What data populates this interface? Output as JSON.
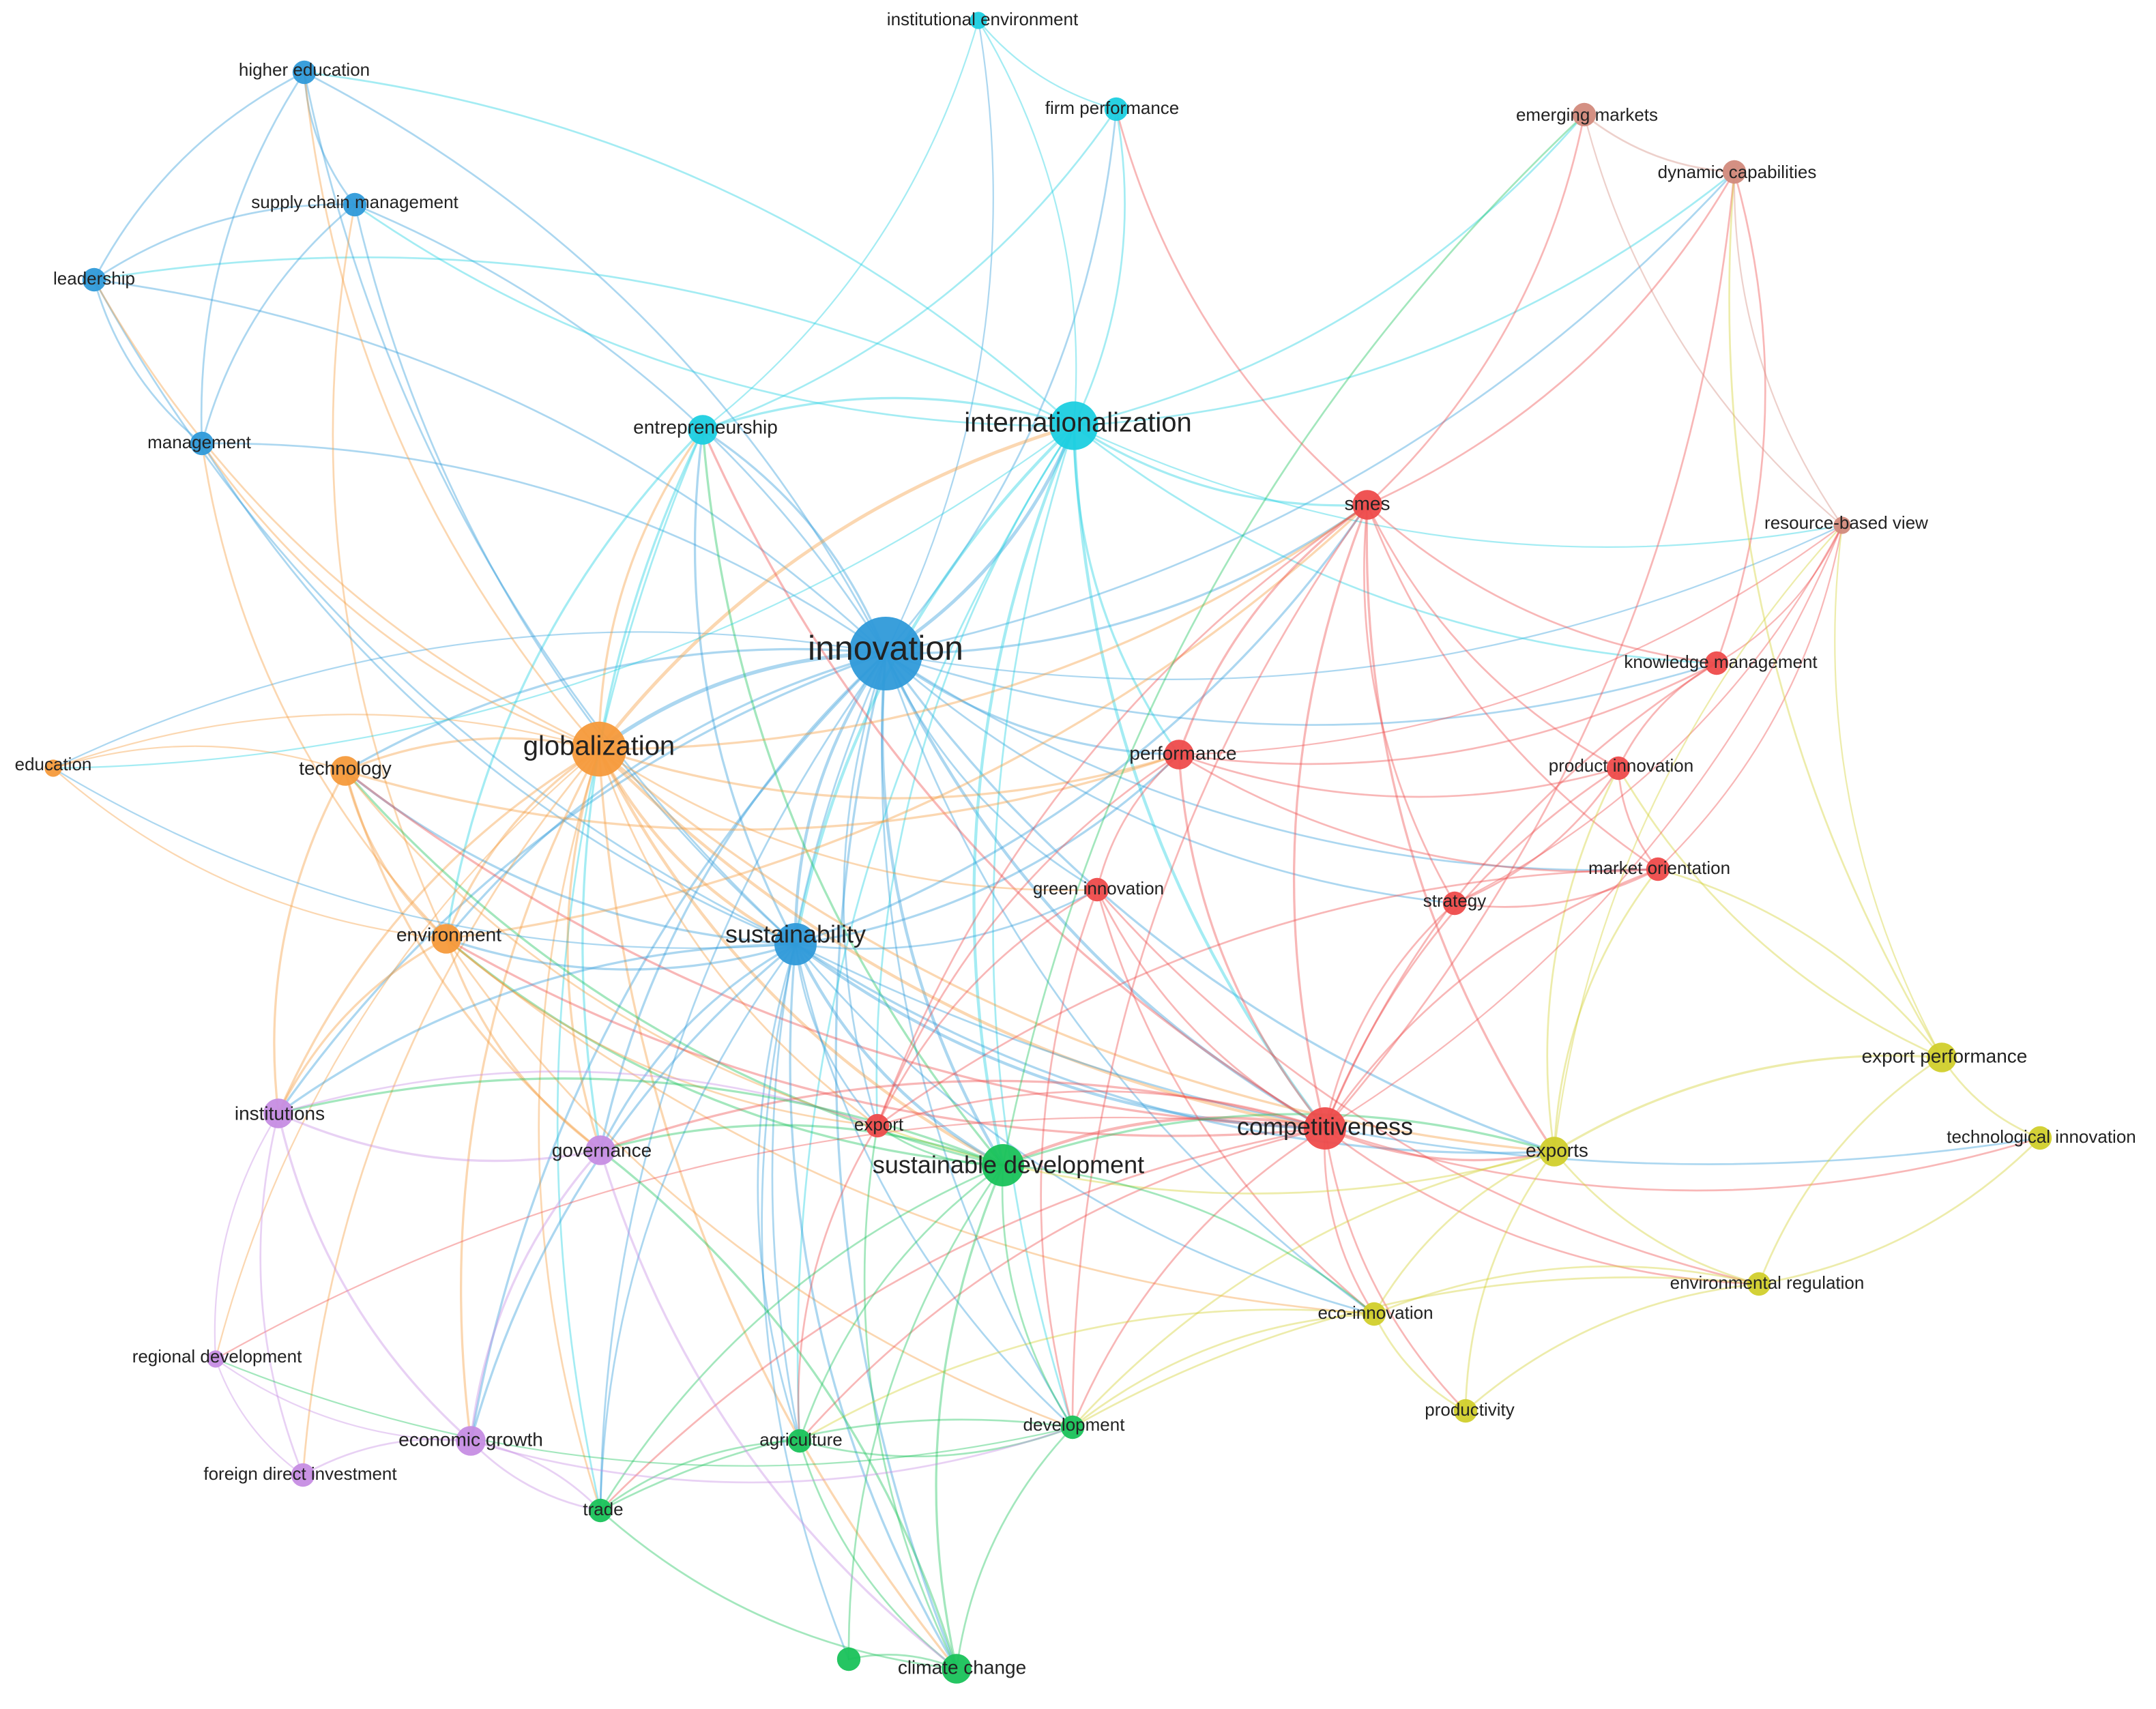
{
  "clusters": {
    "blue": "#2f9ad9",
    "cyan": "#1ccfe0",
    "orange": "#f59a3b",
    "red": "#ee4b4b",
    "brown": "#d28a7c",
    "yellow": "#d1cf2c",
    "green": "#19c25a",
    "purple": "#c68de3"
  },
  "nodes": [
    {
      "id": "innovation",
      "label": "innovation",
      "cluster": "blue",
      "weight": 10
    },
    {
      "id": "sustainability",
      "label": "sustainability",
      "cluster": "blue",
      "weight": 5
    },
    {
      "id": "higher education",
      "label": "higher education",
      "cluster": "blue",
      "weight": 2
    },
    {
      "id": "supply chain management",
      "label": "supply chain management",
      "cluster": "blue",
      "weight": 2
    },
    {
      "id": "leadership",
      "label": "leadership",
      "cluster": "blue",
      "weight": 2
    },
    {
      "id": "management",
      "label": "management",
      "cluster": "blue",
      "weight": 2
    },
    {
      "id": "internationalization",
      "label": "internationalization",
      "cluster": "cyan",
      "weight": 6
    },
    {
      "id": "entrepreneurship",
      "label": "entrepreneurship",
      "cluster": "cyan",
      "weight": 3
    },
    {
      "id": "institutional environment",
      "label": "institutional environment",
      "cluster": "cyan",
      "weight": 1
    },
    {
      "id": "firm performance",
      "label": "firm performance",
      "cluster": "cyan",
      "weight": 2
    },
    {
      "id": "globalization",
      "label": "globalization",
      "cluster": "orange",
      "weight": 7
    },
    {
      "id": "technology",
      "label": "technology",
      "cluster": "orange",
      "weight": 3
    },
    {
      "id": "education",
      "label": "education",
      "cluster": "orange",
      "weight": 1
    },
    {
      "id": "environment",
      "label": "environment",
      "cluster": "orange",
      "weight": 3
    },
    {
      "id": "smes",
      "label": "smes",
      "cluster": "red",
      "weight": 3
    },
    {
      "id": "performance",
      "label": "performance",
      "cluster": "red",
      "weight": 3
    },
    {
      "id": "green innovation",
      "label": "green innovation",
      "cluster": "red",
      "weight": 2
    },
    {
      "id": "strategy",
      "label": "strategy",
      "cluster": "red",
      "weight": 2
    },
    {
      "id": "knowledge management",
      "label": "knowledge management",
      "cluster": "red",
      "weight": 2
    },
    {
      "id": "product innovation",
      "label": "product innovation",
      "cluster": "red",
      "weight": 2
    },
    {
      "id": "market orientation",
      "label": "market orientation",
      "cluster": "red",
      "weight": 2
    },
    {
      "id": "competitiveness",
      "label": "competitiveness",
      "cluster": "red",
      "weight": 5
    },
    {
      "id": "export",
      "label": "export",
      "cluster": "red",
      "weight": 2
    },
    {
      "id": "emerging markets",
      "label": "emerging markets",
      "cluster": "brown",
      "weight": 2
    },
    {
      "id": "dynamic capabilities",
      "label": "dynamic capabilities",
      "cluster": "brown",
      "weight": 2
    },
    {
      "id": "resource-based view",
      "label": "resource-based view",
      "cluster": "brown",
      "weight": 1
    },
    {
      "id": "export performance",
      "label": "export performance",
      "cluster": "yellow",
      "weight": 3
    },
    {
      "id": "technological innovation",
      "label": "technological innovation",
      "cluster": "yellow",
      "weight": 2
    },
    {
      "id": "exports",
      "label": "exports",
      "cluster": "yellow",
      "weight": 3
    },
    {
      "id": "environmental regulation",
      "label": "environmental regulation",
      "cluster": "yellow",
      "weight": 2
    },
    {
      "id": "eco-innovation",
      "label": "eco-innovation",
      "cluster": "yellow",
      "weight": 2
    },
    {
      "id": "productivity",
      "label": "productivity",
      "cluster": "yellow",
      "weight": 2
    },
    {
      "id": "sustainable development",
      "label": "sustainable development",
      "cluster": "green",
      "weight": 5
    },
    {
      "id": "agriculture",
      "label": "agriculture",
      "cluster": "green",
      "weight": 2
    },
    {
      "id": "development",
      "label": "development",
      "cluster": "green",
      "weight": 2
    },
    {
      "id": "trade",
      "label": "trade",
      "cluster": "green",
      "weight": 2
    },
    {
      "id": "climate change",
      "label": "climate change",
      "cluster": "green",
      "weight": 3
    },
    {
      "id": "unlabeled-green",
      "label": "",
      "cluster": "green",
      "weight": 2
    },
    {
      "id": "institutions",
      "label": "institutions",
      "cluster": "purple",
      "weight": 3
    },
    {
      "id": "governance",
      "label": "governance",
      "cluster": "purple",
      "weight": 3
    },
    {
      "id": "regional development",
      "label": "regional development",
      "cluster": "purple",
      "weight": 1
    },
    {
      "id": "economic growth",
      "label": "economic growth",
      "cluster": "purple",
      "weight": 3
    },
    {
      "id": "foreign direct investment",
      "label": "foreign direct investment",
      "cluster": "purple",
      "weight": 2
    }
  ],
  "edges": [
    [
      "innovation",
      "sustainability"
    ],
    [
      "innovation",
      "internationalization"
    ],
    [
      "innovation",
      "globalization"
    ],
    [
      "innovation",
      "entrepreneurship"
    ],
    [
      "innovation",
      "leadership"
    ],
    [
      "innovation",
      "management"
    ],
    [
      "innovation",
      "supply chain management"
    ],
    [
      "innovation",
      "higher education"
    ],
    [
      "innovation",
      "competitiveness"
    ],
    [
      "innovation",
      "performance"
    ],
    [
      "innovation",
      "smes"
    ],
    [
      "innovation",
      "sustainable development"
    ],
    [
      "innovation",
      "export"
    ],
    [
      "innovation",
      "governance"
    ],
    [
      "innovation",
      "technology"
    ],
    [
      "innovation",
      "environment"
    ],
    [
      "innovation",
      "climate change"
    ],
    [
      "innovation",
      "agriculture"
    ],
    [
      "innovation",
      "development"
    ],
    [
      "innovation",
      "exports"
    ],
    [
      "innovation",
      "knowledge management"
    ],
    [
      "innovation",
      "firm performance"
    ],
    [
      "innovation",
      "institutional environment"
    ],
    [
      "innovation",
      "resource-based view"
    ],
    [
      "innovation",
      "green innovation"
    ],
    [
      "innovation",
      "institutions"
    ],
    [
      "innovation",
      "economic growth"
    ],
    [
      "innovation",
      "strategy"
    ],
    [
      "innovation",
      "market orientation"
    ],
    [
      "innovation",
      "trade"
    ],
    [
      "innovation",
      "eco-innovation"
    ],
    [
      "innovation",
      "education"
    ],
    [
      "innovation",
      "dynamic capabilities"
    ],
    [
      "internationalization",
      "entrepreneurship"
    ],
    [
      "internationalization",
      "firm performance"
    ],
    [
      "internationalization",
      "institutional environment"
    ],
    [
      "internationalization",
      "smes"
    ],
    [
      "internationalization",
      "higher education"
    ],
    [
      "internationalization",
      "leadership"
    ],
    [
      "internationalization",
      "dynamic capabilities"
    ],
    [
      "internationalization",
      "resource-based view"
    ],
    [
      "internationalization",
      "sustainability"
    ],
    [
      "internationalization",
      "globalization"
    ],
    [
      "internationalization",
      "performance"
    ],
    [
      "internationalization",
      "export"
    ],
    [
      "internationalization",
      "sustainable development"
    ],
    [
      "internationalization",
      "competitiveness"
    ],
    [
      "internationalization",
      "emerging markets"
    ],
    [
      "internationalization",
      "knowledge management"
    ],
    [
      "internationalization",
      "agriculture"
    ],
    [
      "internationalization",
      "development"
    ],
    [
      "entrepreneurship",
      "sustainability"
    ],
    [
      "entrepreneurship",
      "globalization"
    ],
    [
      "entrepreneurship",
      "institutional environment"
    ],
    [
      "entrepreneurship",
      "governance"
    ],
    [
      "entrepreneurship",
      "environment"
    ],
    [
      "entrepreneurship",
      "competitiveness"
    ],
    [
      "entrepreneurship",
      "sustainable development"
    ],
    [
      "entrepreneurship",
      "trade"
    ],
    [
      "entrepreneurship",
      "firm performance"
    ],
    [
      "higher education",
      "supply chain management"
    ],
    [
      "higher education",
      "leadership"
    ],
    [
      "higher education",
      "management"
    ],
    [
      "higher education",
      "sustainability"
    ],
    [
      "higher education",
      "globalization"
    ],
    [
      "supply chain management",
      "leadership"
    ],
    [
      "supply chain management",
      "sustainability"
    ],
    [
      "supply chain management",
      "management"
    ],
    [
      "supply chain management",
      "internationalization"
    ],
    [
      "supply chain management",
      "environment"
    ],
    [
      "leadership",
      "management"
    ],
    [
      "leadership",
      "sustainability"
    ],
    [
      "leadership",
      "globalization"
    ],
    [
      "management",
      "sustainability"
    ],
    [
      "management",
      "globalization"
    ],
    [
      "management",
      "environment"
    ],
    [
      "globalization",
      "technology"
    ],
    [
      "globalization",
      "education"
    ],
    [
      "globalization",
      "environment"
    ],
    [
      "globalization",
      "sustainability"
    ],
    [
      "globalization",
      "competitiveness"
    ],
    [
      "globalization",
      "governance"
    ],
    [
      "globalization",
      "institutions"
    ],
    [
      "globalization",
      "economic growth"
    ],
    [
      "globalization",
      "trade"
    ],
    [
      "globalization",
      "sustainable development"
    ],
    [
      "globalization",
      "performance"
    ],
    [
      "globalization",
      "exports"
    ],
    [
      "globalization",
      "climate change"
    ],
    [
      "globalization",
      "foreign direct investment"
    ],
    [
      "globalization",
      "smes"
    ],
    [
      "globalization",
      "regional development"
    ],
    [
      "globalization",
      "export"
    ],
    [
      "globalization",
      "green innovation"
    ],
    [
      "technology",
      "education"
    ],
    [
      "technology",
      "environment"
    ],
    [
      "technology",
      "sustainability"
    ],
    [
      "technology",
      "competitiveness"
    ],
    [
      "technology",
      "governance"
    ],
    [
      "technology",
      "institutions"
    ],
    [
      "technology",
      "sustainable development"
    ],
    [
      "technology",
      "performance"
    ],
    [
      "technology",
      "export"
    ],
    [
      "education",
      "environment"
    ],
    [
      "education",
      "sustainability"
    ],
    [
      "education",
      "internationalization"
    ],
    [
      "environment",
      "sustainability"
    ],
    [
      "environment",
      "competitiveness"
    ],
    [
      "environment",
      "governance"
    ],
    [
      "environment",
      "institutions"
    ],
    [
      "environment",
      "sustainable development"
    ],
    [
      "environment",
      "export"
    ],
    [
      "environment",
      "eco-innovation"
    ],
    [
      "environment",
      "development"
    ],
    [
      "environment",
      "smes"
    ],
    [
      "sustainability",
      "sustainable development"
    ],
    [
      "sustainability",
      "climate change"
    ],
    [
      "sustainability",
      "agriculture"
    ],
    [
      "sustainability",
      "development"
    ],
    [
      "sustainability",
      "governance"
    ],
    [
      "sustainability",
      "competitiveness"
    ],
    [
      "sustainability",
      "export"
    ],
    [
      "sustainability",
      "trade"
    ],
    [
      "sustainability",
      "green innovation"
    ],
    [
      "sustainability",
      "performance"
    ],
    [
      "sustainability",
      "institutions"
    ],
    [
      "sustainability",
      "economic growth"
    ],
    [
      "sustainability",
      "unlabeled-green"
    ],
    [
      "sustainability",
      "technological innovation"
    ],
    [
      "sustainability",
      "eco-innovation"
    ],
    [
      "sustainability",
      "exports"
    ],
    [
      "sustainability",
      "smes"
    ],
    [
      "smes",
      "performance"
    ],
    [
      "smes",
      "competitiveness"
    ],
    [
      "smes",
      "strategy"
    ],
    [
      "smes",
      "knowledge management"
    ],
    [
      "smes",
      "export"
    ],
    [
      "smes",
      "emerging markets"
    ],
    [
      "smes",
      "dynamic capabilities"
    ],
    [
      "smes",
      "market orientation"
    ],
    [
      "smes",
      "product innovation"
    ],
    [
      "smes",
      "exports"
    ],
    [
      "smes",
      "development"
    ],
    [
      "performance",
      "competitiveness"
    ],
    [
      "performance",
      "green innovation"
    ],
    [
      "performance",
      "knowledge management"
    ],
    [
      "performance",
      "product innovation"
    ],
    [
      "performance",
      "export"
    ],
    [
      "performance",
      "resource-based view"
    ],
    [
      "performance",
      "market orientation"
    ],
    [
      "green innovation",
      "competitiveness"
    ],
    [
      "green innovation",
      "export"
    ],
    [
      "green innovation",
      "eco-innovation"
    ],
    [
      "green innovation",
      "environmental regulation"
    ],
    [
      "green innovation",
      "development"
    ],
    [
      "strategy",
      "competitiveness"
    ],
    [
      "strategy",
      "market orientation"
    ],
    [
      "strategy",
      "product innovation"
    ],
    [
      "strategy",
      "resource-based view"
    ],
    [
      "knowledge management",
      "competitiveness"
    ],
    [
      "knowledge management",
      "resource-based view"
    ],
    [
      "knowledge management",
      "product innovation"
    ],
    [
      "knowledge management",
      "dynamic capabilities"
    ],
    [
      "product innovation",
      "market orientation"
    ],
    [
      "product innovation",
      "export performance"
    ],
    [
      "product innovation",
      "exports"
    ],
    [
      "product innovation",
      "competitiveness"
    ],
    [
      "market orientation",
      "competitiveness"
    ],
    [
      "market orientation",
      "exports"
    ],
    [
      "market orientation",
      "resource-based view"
    ],
    [
      "market orientation",
      "export"
    ],
    [
      "competitiveness",
      "export"
    ],
    [
      "competitiveness",
      "exports"
    ],
    [
      "competitiveness",
      "sustainable development"
    ],
    [
      "competitiveness",
      "eco-innovation"
    ],
    [
      "competitiveness",
      "productivity"
    ],
    [
      "competitiveness",
      "environmental regulation"
    ],
    [
      "competitiveness",
      "development"
    ],
    [
      "competitiveness",
      "agriculture"
    ],
    [
      "competitiveness",
      "trade"
    ],
    [
      "competitiveness",
      "governance"
    ],
    [
      "competitiveness",
      "regional development"
    ],
    [
      "competitiveness",
      "technological innovation"
    ],
    [
      "competitiveness",
      "resource-based view"
    ],
    [
      "competitiveness",
      "dynamic capabilities"
    ],
    [
      "export",
      "exports"
    ],
    [
      "export",
      "sustainable development"
    ],
    [
      "export",
      "institutions"
    ],
    [
      "export",
      "climate change"
    ],
    [
      "export",
      "agriculture"
    ],
    [
      "emerging markets",
      "dynamic capabilities"
    ],
    [
      "emerging markets",
      "resource-based view"
    ],
    [
      "emerging markets",
      "sustainable development"
    ],
    [
      "dynamic capabilities",
      "resource-based view"
    ],
    [
      "dynamic capabilities",
      "export performance"
    ],
    [
      "resource-based view",
      "export performance"
    ],
    [
      "resource-based view",
      "exports"
    ],
    [
      "export performance",
      "technological innovation"
    ],
    [
      "export performance",
      "environmental regulation"
    ],
    [
      "export performance",
      "exports"
    ],
    [
      "export performance",
      "market orientation"
    ],
    [
      "exports",
      "eco-innovation"
    ],
    [
      "exports",
      "productivity"
    ],
    [
      "exports",
      "environmental regulation"
    ],
    [
      "exports",
      "development"
    ],
    [
      "exports",
      "sustainable development"
    ],
    [
      "environmental regulation",
      "eco-innovation"
    ],
    [
      "environmental regulation",
      "productivity"
    ],
    [
      "environmental regulation",
      "technological innovation"
    ],
    [
      "environmental regulation",
      "development"
    ],
    [
      "eco-innovation",
      "productivity"
    ],
    [
      "eco-innovation",
      "development"
    ],
    [
      "eco-innovation",
      "sustainable development"
    ],
    [
      "eco-innovation",
      "agriculture"
    ],
    [
      "sustainable development",
      "climate change"
    ],
    [
      "sustainable development",
      "agriculture"
    ],
    [
      "sustainable development",
      "development"
    ],
    [
      "sustainable development",
      "trade"
    ],
    [
      "sustainable development",
      "unlabeled-green"
    ],
    [
      "sustainable development",
      "governance"
    ],
    [
      "sustainable development",
      "institutions"
    ],
    [
      "agriculture",
      "climate change"
    ],
    [
      "agriculture",
      "development"
    ],
    [
      "agriculture",
      "trade"
    ],
    [
      "development",
      "climate change"
    ],
    [
      "development",
      "trade"
    ],
    [
      "trade",
      "climate change"
    ],
    [
      "trade",
      "economic growth"
    ],
    [
      "climate change",
      "unlabeled-green"
    ],
    [
      "climate change",
      "governance"
    ],
    [
      "institutions",
      "governance"
    ],
    [
      "institutions",
      "regional development"
    ],
    [
      "institutions",
      "foreign direct investment"
    ],
    [
      "institutions",
      "economic growth"
    ],
    [
      "governance",
      "economic growth"
    ],
    [
      "governance",
      "climate change"
    ],
    [
      "regional development",
      "foreign direct investment"
    ],
    [
      "regional development",
      "economic growth"
    ],
    [
      "regional development",
      "development"
    ],
    [
      "economic growth",
      "foreign direct investment"
    ],
    [
      "economic growth",
      "development"
    ],
    [
      "economic growth",
      "trade"
    ],
    [
      "institutional environment",
      "firm performance"
    ],
    [
      "firm performance",
      "smes"
    ]
  ]
}
